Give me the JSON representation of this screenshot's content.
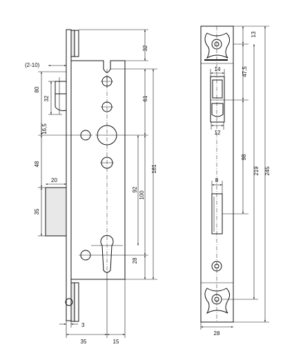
{
  "side_view": {
    "dim_top": "32",
    "dim_offset": "(2-10)",
    "dim_80": "80",
    "dim_32_latch": "32",
    "dim_16_5": "16,5",
    "dim_61": "61",
    "dim_48": "48",
    "dim_20": "20",
    "dim_181": "181",
    "dim_92": "92",
    "dim_100": "100",
    "dim_35_bolt": "35",
    "dim_28": "28",
    "dim_3": "3",
    "dim_35_backset": "35",
    "dim_15": "15"
  },
  "front_view": {
    "dim_13": "13",
    "dim_14": "14",
    "dim_47_5": "47,5",
    "dim_12": "12",
    "dim_98": "98",
    "dim_8": "8",
    "dim_219": "219",
    "dim_245": "245",
    "dim_28": "28"
  }
}
